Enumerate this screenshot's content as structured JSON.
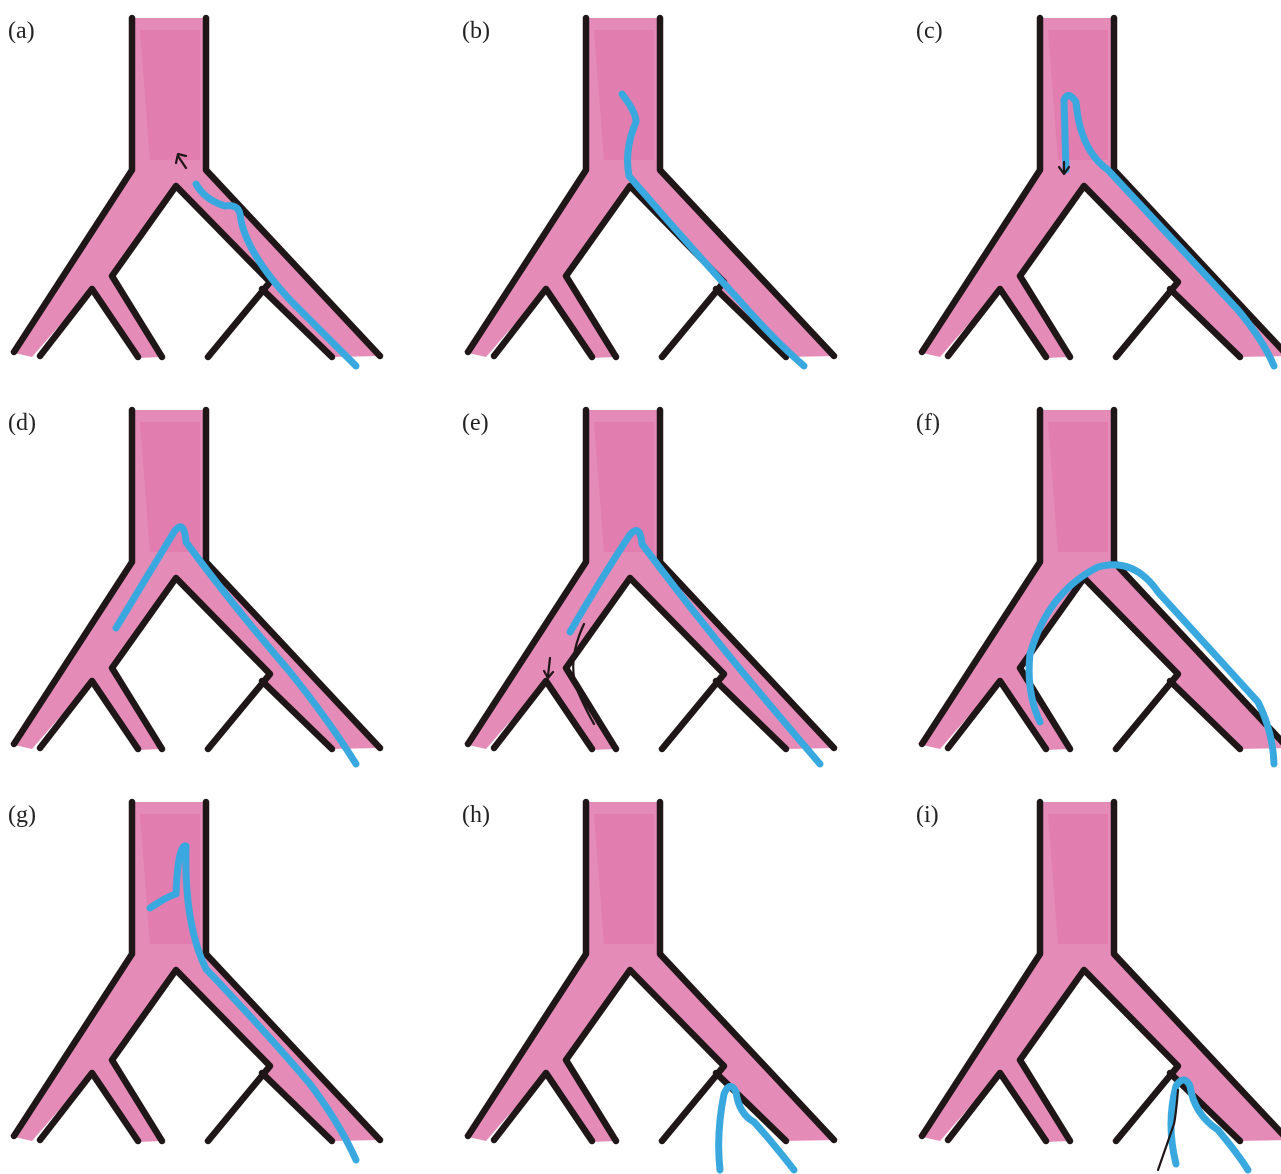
{
  "figure": {
    "panels": [
      {
        "id": "a",
        "label": "(a)",
        "step": "catheter advanced into right branch, pushed upward"
      },
      {
        "id": "b",
        "label": "(b)",
        "step": "catheter tip enters parent trunk"
      },
      {
        "id": "c",
        "label": "(c)",
        "step": "catheter tip hooked at top, pulled down"
      },
      {
        "id": "d",
        "label": "(d)",
        "step": "catheter tip enters left branch"
      },
      {
        "id": "e",
        "label": "(e)",
        "step": "guidewire advanced into left sub-branch"
      },
      {
        "id": "f",
        "label": "(f)",
        "step": "catheter crosses bifurcation into left sub-branch"
      },
      {
        "id": "g",
        "label": "(g)",
        "step": "catheter in trunk with curled tip"
      },
      {
        "id": "h",
        "label": "(h)",
        "step": "catheter curled in right sub-branch"
      },
      {
        "id": "i",
        "label": "(i)",
        "step": "guidewire into right-left sub-branch"
      }
    ],
    "colors": {
      "vessel": "#e58bb8",
      "wall": "#1f1617",
      "catheter": "#39a8df"
    }
  }
}
